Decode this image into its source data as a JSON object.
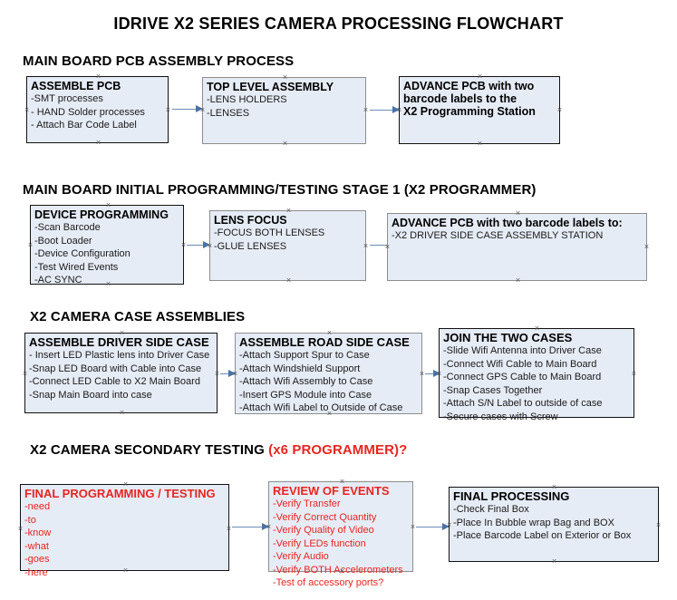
{
  "document": {
    "title": "IDRIVE X2  SERIES CAMERA PROCESSING FLOWCHART"
  },
  "theme": {
    "node_fill": "#e6ecf6",
    "node_border_dark": "#111111",
    "node_border_gray": "#8d8d8d",
    "arrow_color": "#4a72a8",
    "accent_red": "#e8251f",
    "text_color": "#000000",
    "background": "#ffffff"
  },
  "sections": [
    {
      "id": "main-board-pcb-assembly-process",
      "heading": "MAIN BOARD PCB ASSEMBLY PROCESS",
      "heading_accent": "",
      "nodes": [
        {
          "id": "assemble-pcb",
          "header": "ASSEMBLE PCB",
          "items": [
            "-SMT processes",
            "- HAND Solder processes",
            "- Attach Bar Code Label"
          ]
        },
        {
          "id": "top-level-assembly",
          "header": "TOP LEVEL ASSEMBLY",
          "items": [
            "-LENS HOLDERS",
            "-LENSES"
          ]
        },
        {
          "id": "advance-pcb-to-programming-station",
          "header": "ADVANCE PCB with two",
          "items": [
            "barcode labels to the",
            " X2 Programming Station"
          ]
        }
      ]
    },
    {
      "id": "main-board-initial-programming-testing-stage-1",
      "heading": "MAIN BOARD INITIAL PROGRAMMING/TESTING STAGE 1 (X2 PROGRAMMER)",
      "heading_accent": "",
      "nodes": [
        {
          "id": "device-programming",
          "header": "DEVICE PROGRAMMING",
          "items": [
            "-Scan Barcode",
            "-Boot Loader",
            "-Device Configuration",
            "-Test Wired Events",
            "-AC SYNC"
          ]
        },
        {
          "id": "lens-focus",
          "header": "LENS FOCUS",
          "items": [
            "-FOCUS BOTH LENSES",
            "-GLUE LENSES"
          ]
        },
        {
          "id": "advance-pcb-to-driver-side-case",
          "header": "ADVANCE PCB with two barcode labels to:",
          "items": [
            "-X2 DRIVER  SIDE  CASE  ASSEMBLY STATION"
          ]
        }
      ]
    },
    {
      "id": "x2-camera-case-assemblies",
      "heading": "X2 CAMERA CASE ASSEMBLIES",
      "heading_accent": "",
      "nodes": [
        {
          "id": "assemble-driver-side-case",
          "header": "ASSEMBLE DRIVER SIDE CASE",
          "items": [
            "- Insert LED Plastic lens into Driver Case",
            "-Snap LED Board with Cable into Case",
            "-Connect LED Cable to X2 Main Board",
            "-Snap Main Board into case"
          ]
        },
        {
          "id": "assemble-road-side-case",
          "header": "ASSEMBLE ROAD SIDE CASE",
          "items": [
            "-Attach Support Spur to Case",
            "-Attach Windshield Support",
            "-Attach Wifi Assembly to Case",
            "-Insert GPS Module into Case",
            "-Attach Wifi Label to Outside of Case"
          ]
        },
        {
          "id": "join-the-two-cases",
          "header": "JOIN THE TWO CASES",
          "items": [
            "-Slide Wifi Antenna into Driver Case",
            "-Connect Wifi Cable to Main Board",
            "-Connect GPS Cable to Main Board",
            "-Snap Cases Together",
            "-Attach S/N Label to outside of case",
            "-Secure cases with Screw"
          ]
        }
      ]
    },
    {
      "id": "x2-camera-secondary-testing",
      "heading": "X2 CAMERA SECONDARY TESTING ",
      "heading_accent": "(x6 PROGRAMMER)?",
      "nodes": [
        {
          "id": "final-programming-testing",
          "header": "FINAL PROGRAMMING / TESTING",
          "items": [
            "-need",
            "-to",
            "-know",
            "-what",
            "-goes",
            "-here"
          ]
        },
        {
          "id": "review-of-events",
          "header": "REVIEW OF EVENTS",
          "items": [
            "-Verify Transfer",
            "-Verify Correct Quantity",
            "-Verify Quality of Video",
            "-Verify LEDs function",
            "-Verify Audio",
            "-Verify BOTH Accelerometers",
            "-Test of accessory ports?"
          ]
        },
        {
          "id": "final-processing",
          "header": "FINAL PROCESSING",
          "items": [
            " -Check Final Box",
            "-Place In Bubble wrap Bag and BOX",
            "-Place Barcode Label on Exterior or Box"
          ]
        }
      ]
    }
  ]
}
